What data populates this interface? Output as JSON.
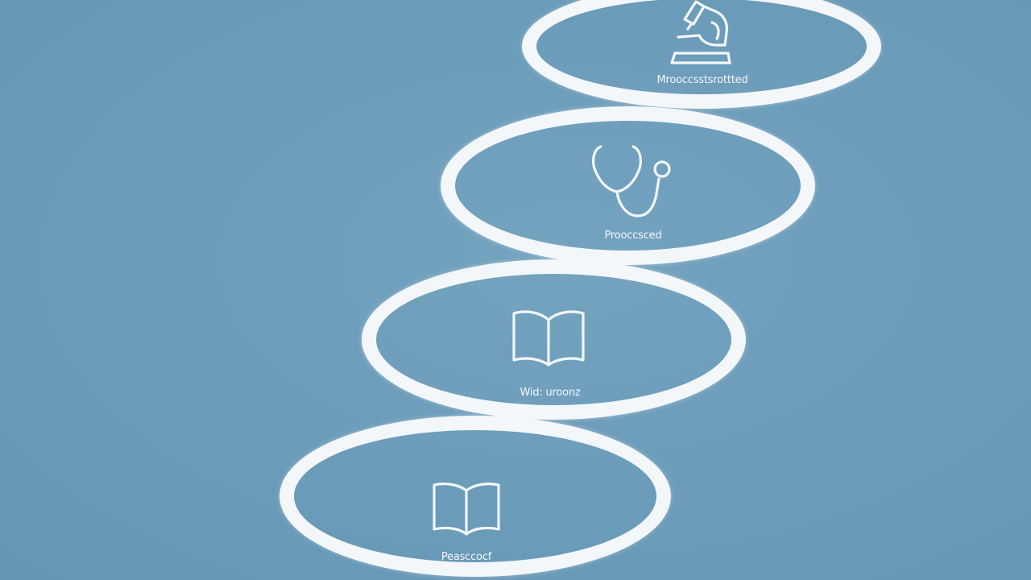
{
  "background_color": "#6b9cba",
  "ring_color": "#f3f7fa",
  "steps": [
    {
      "icon": "microscope-icon",
      "label": "Mrooccsstsrottted"
    },
    {
      "icon": "stethoscope-icon",
      "label": "Prooccsced"
    },
    {
      "icon": "open-book-icon",
      "label": "Wid: uroonz"
    },
    {
      "icon": "open-book-icon",
      "label": "Peasccocf"
    }
  ]
}
